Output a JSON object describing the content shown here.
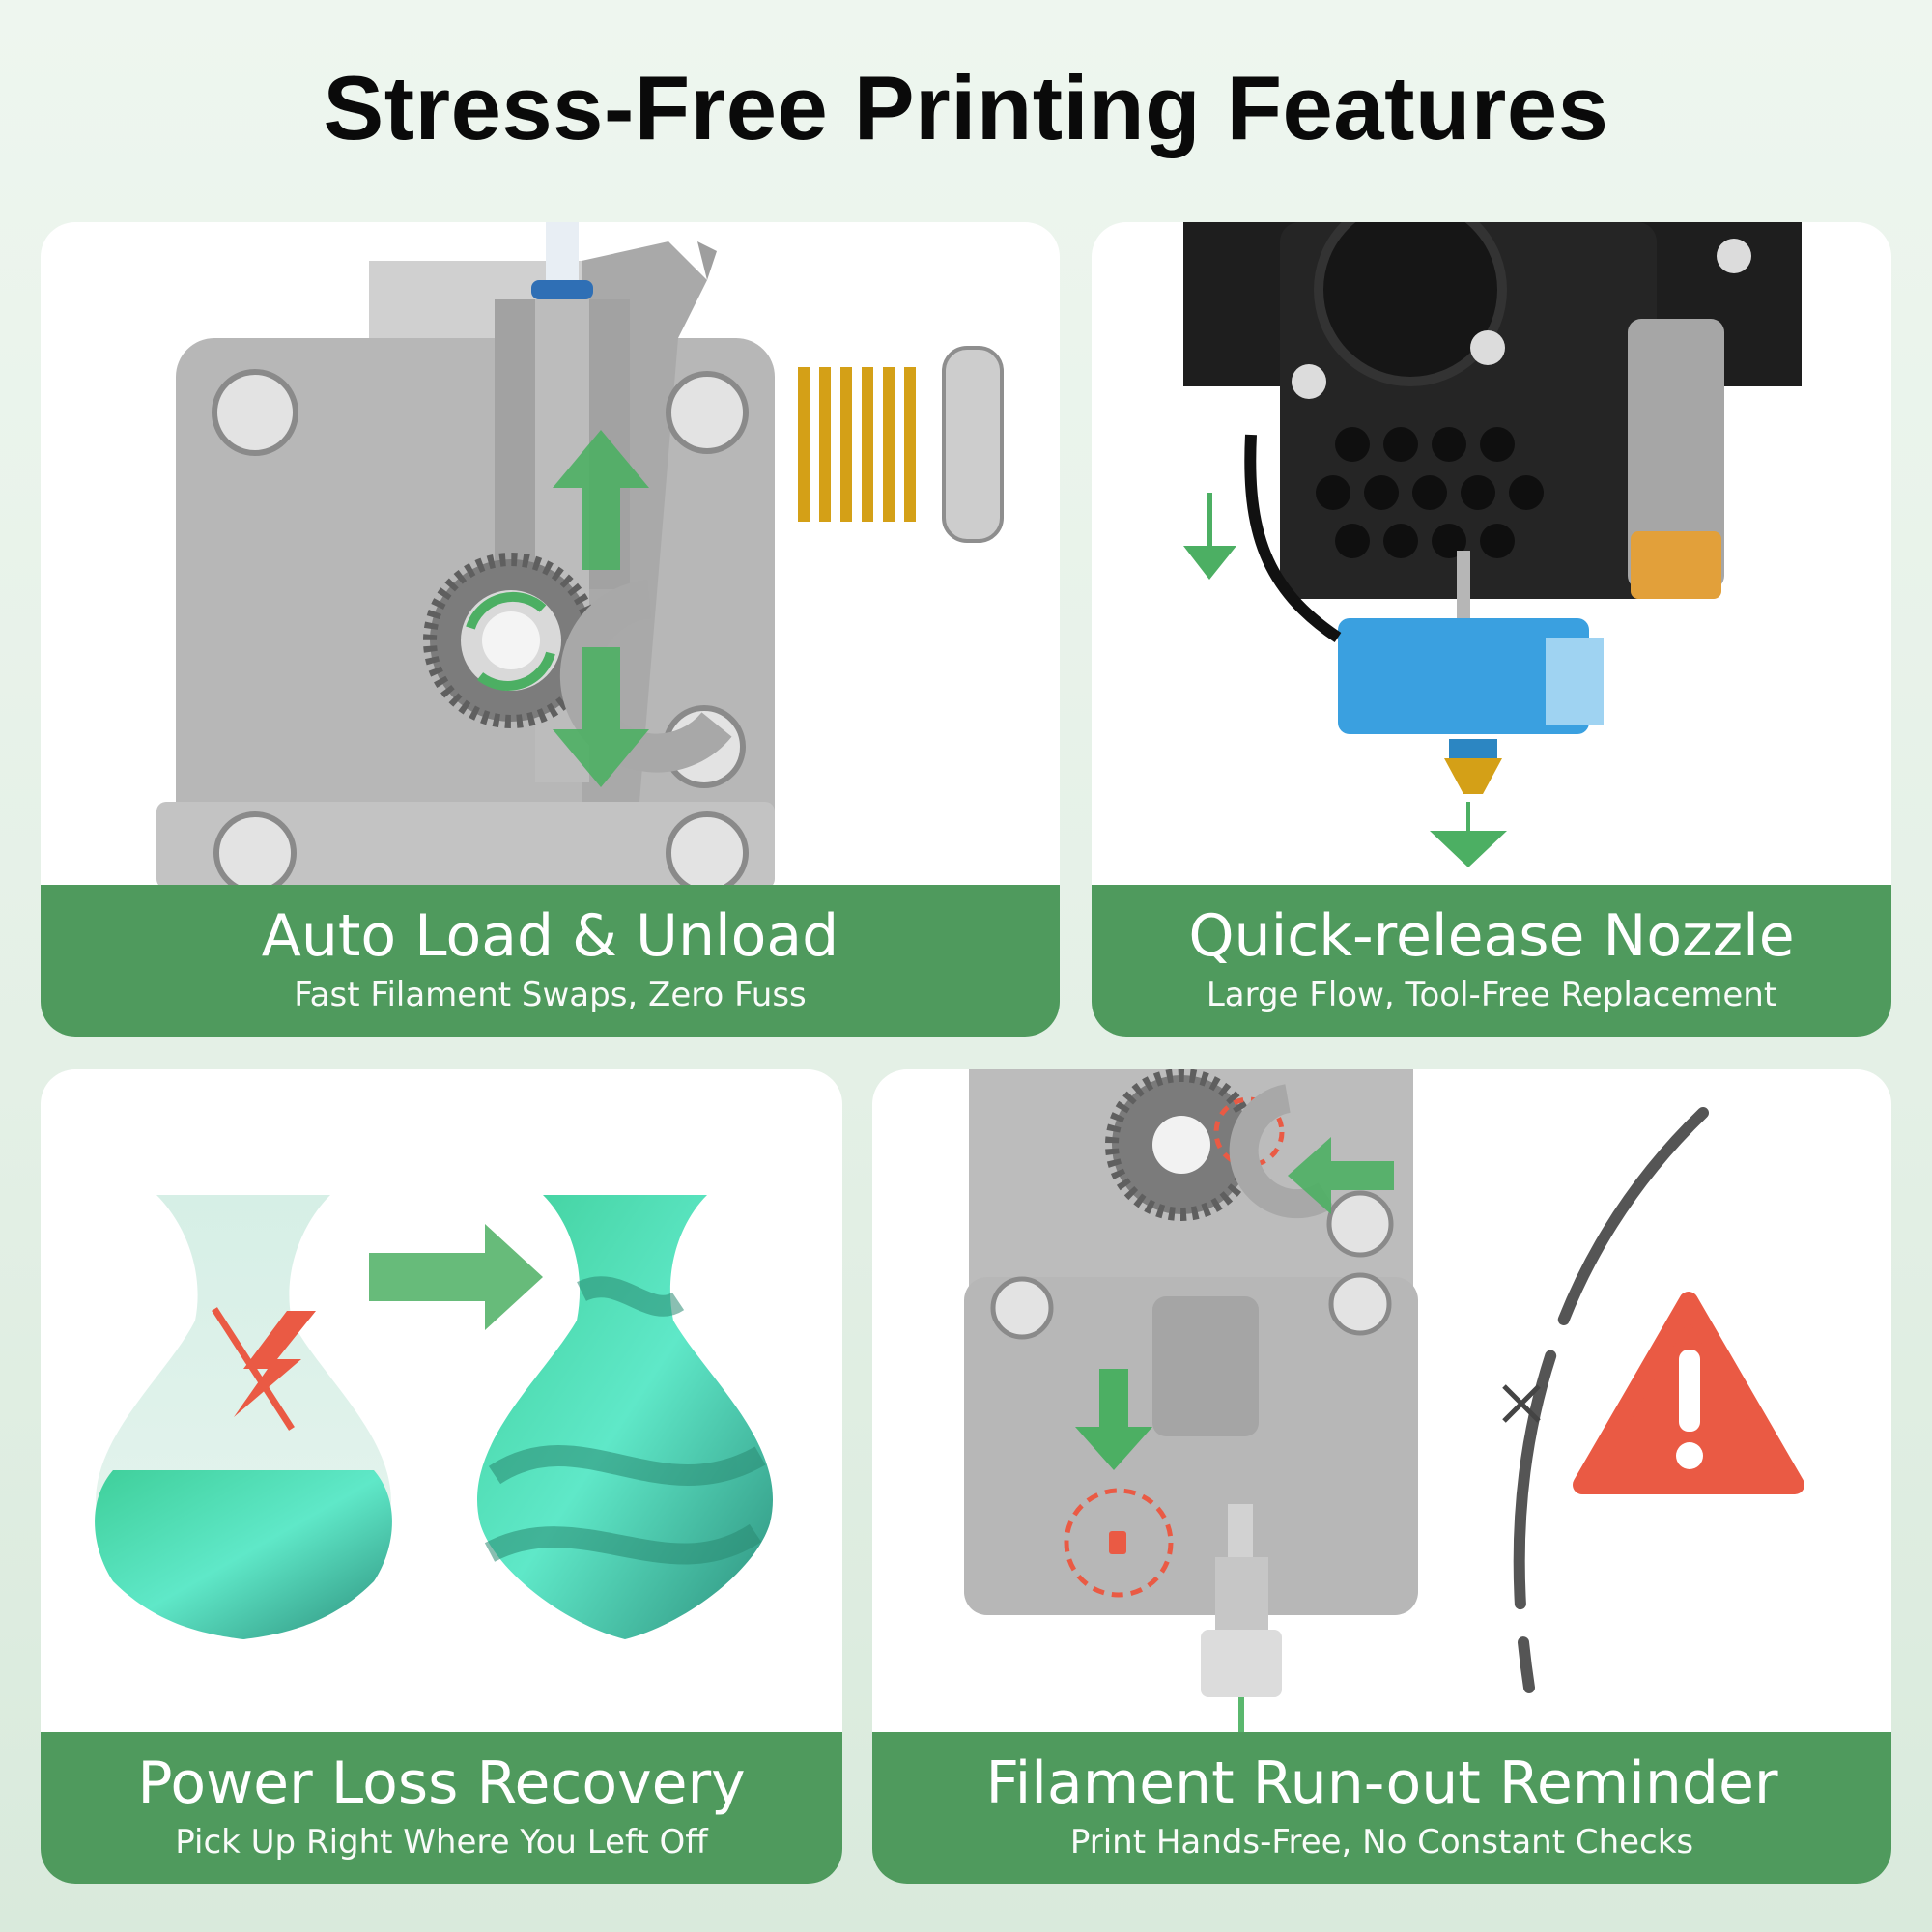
{
  "page": {
    "title": "Stress-Free Printing Features"
  },
  "features": [
    {
      "title": "Auto Load & Unload",
      "subtitle": "Fast Filament Swaps, Zero Fuss",
      "illustration": "extruder-gear-icon"
    },
    {
      "title": "Quick-release Nozzle",
      "subtitle": "Large Flow, Tool-Free Replacement",
      "illustration": "hotend-nozzle-icon"
    },
    {
      "title": "Power Loss Recovery",
      "subtitle": "Pick Up Right Where You Left Off",
      "illustration": "vase-print-icon"
    },
    {
      "title": "Filament Run-out Reminder",
      "subtitle": "Print Hands-Free, No Constant Checks",
      "illustration": "runout-sensor-icon"
    }
  ],
  "colors": {
    "banner_green": "#4f9a5d",
    "arrow_green": "#4caf63",
    "warning_red": "#ea5a44",
    "hotend_blue": "#3aa0e0",
    "brass": "#d4a017"
  }
}
